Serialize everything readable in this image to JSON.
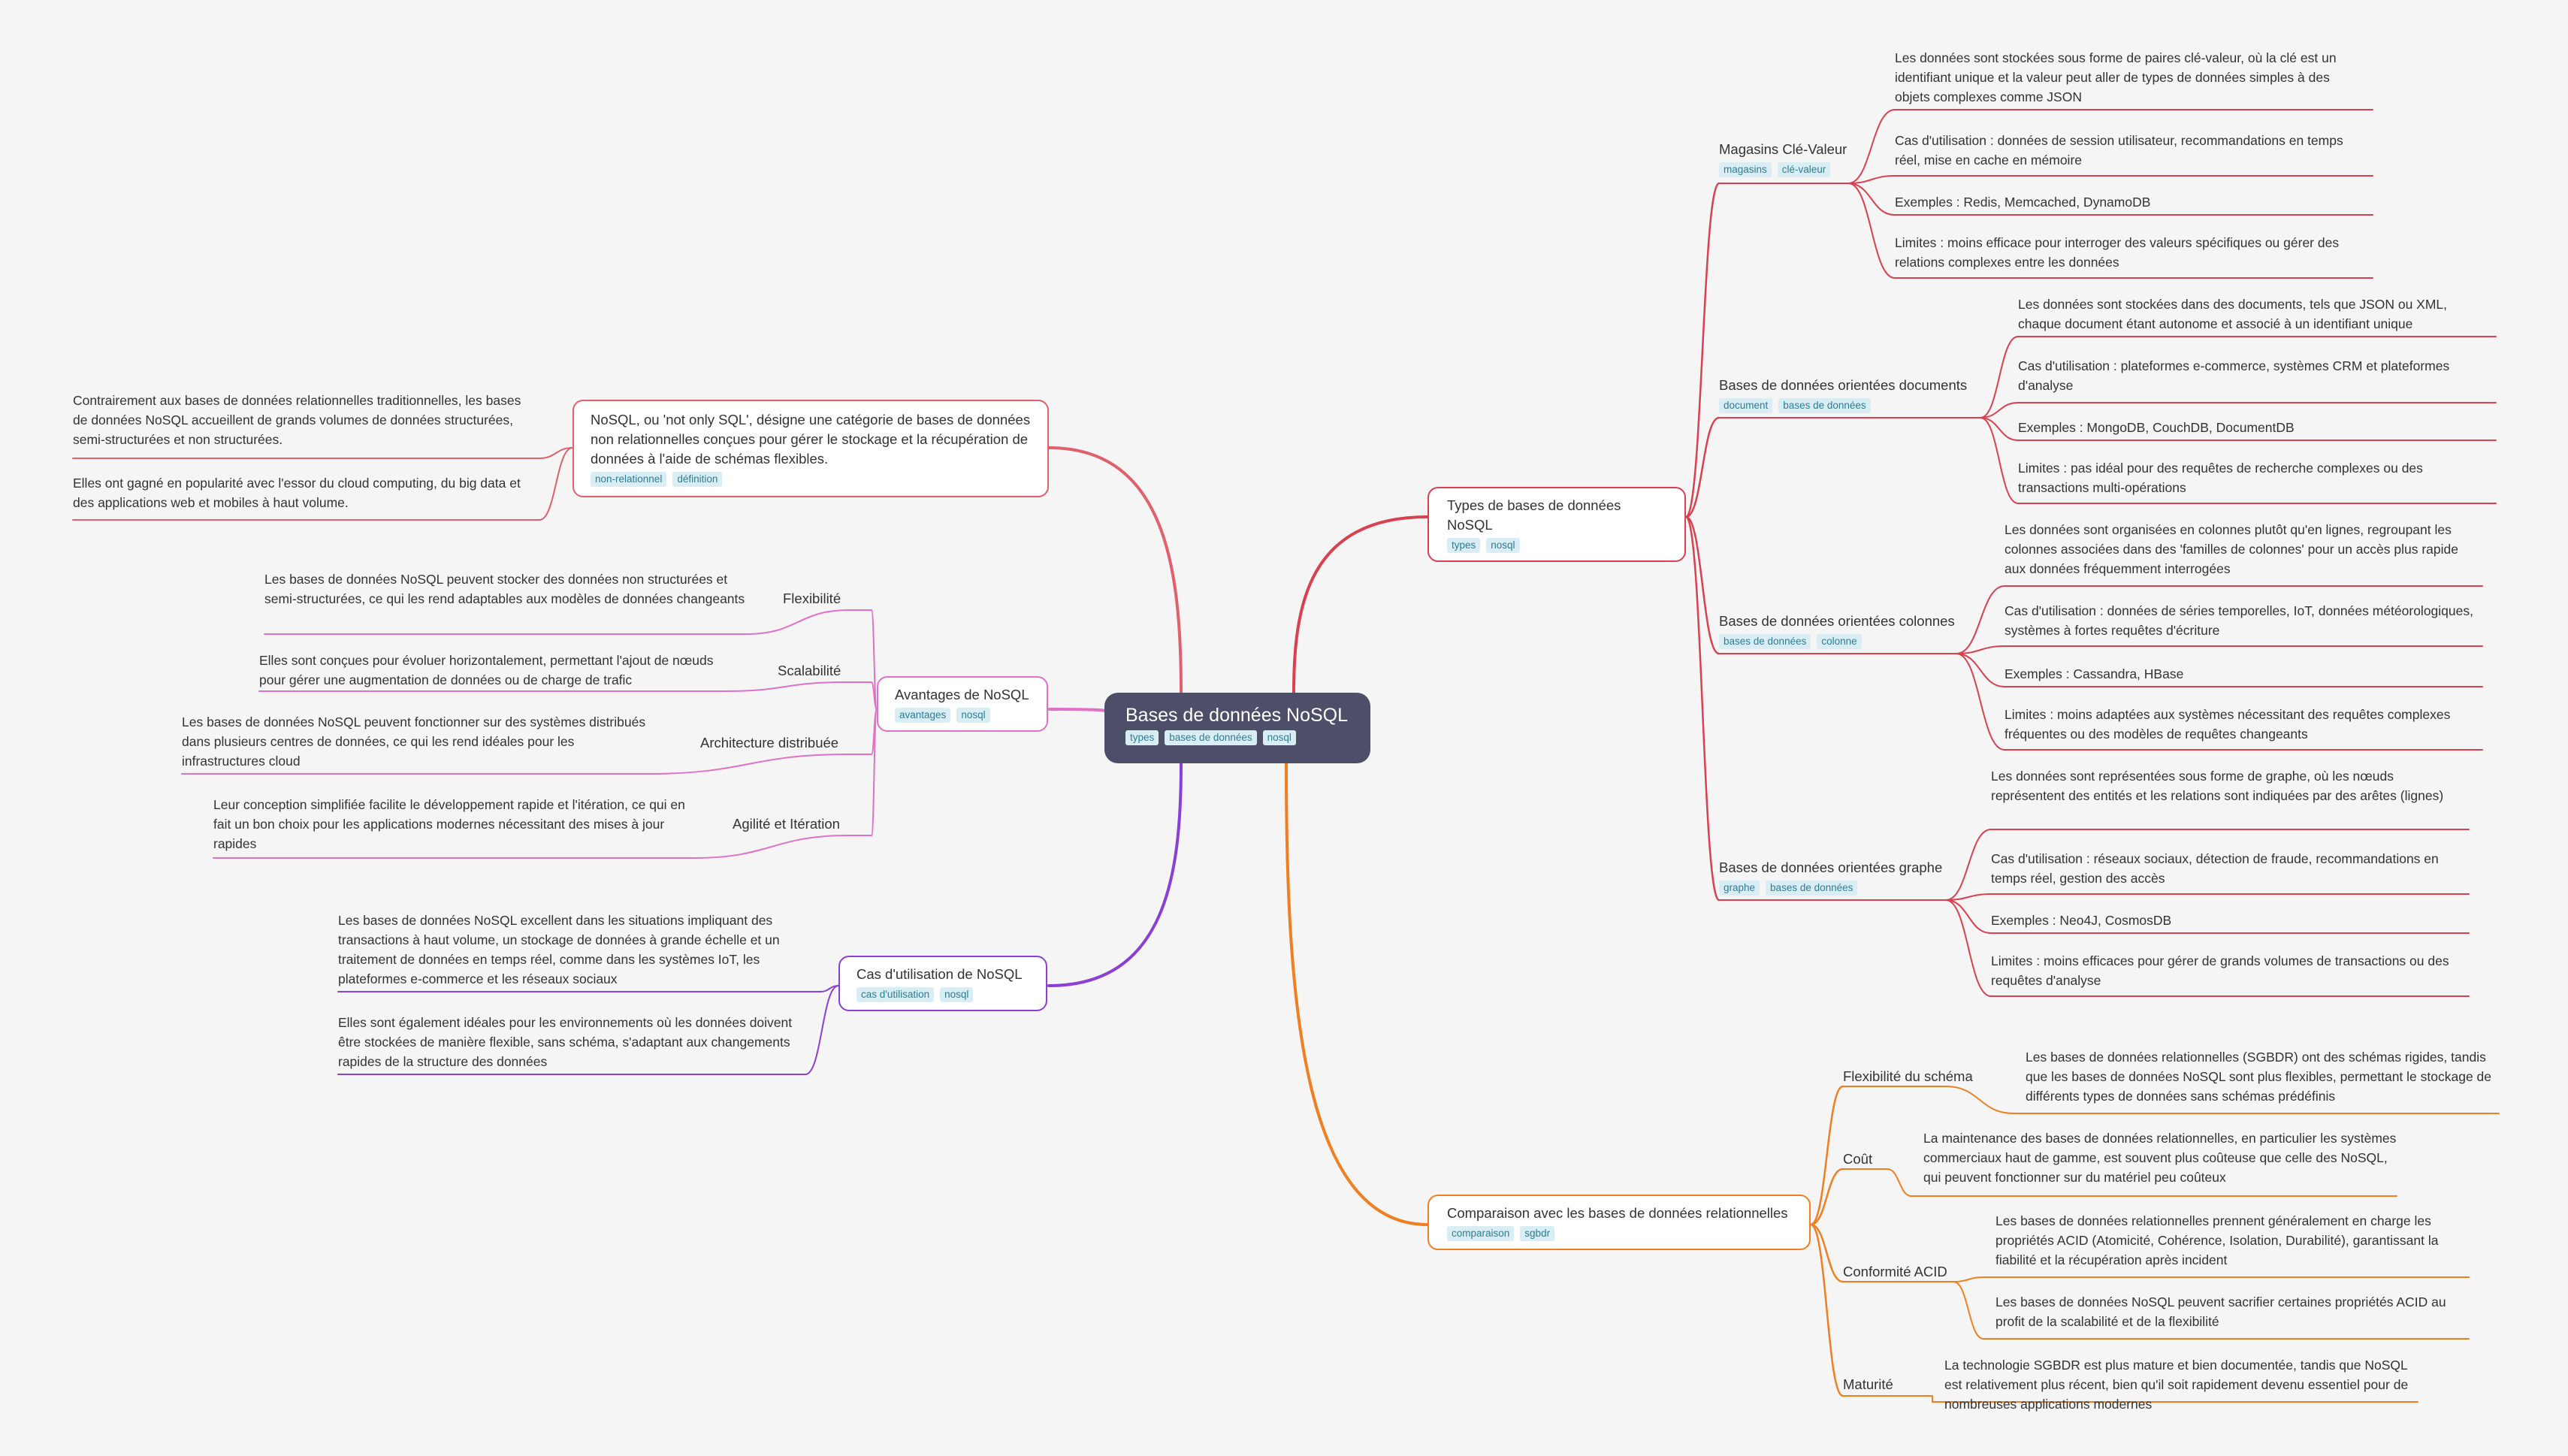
{
  "root": {
    "title": "Bases de données NoSQL",
    "tags": [
      "types",
      "bases de données",
      "nosql"
    ]
  },
  "colors": {
    "types": "#d94050",
    "intro": "#e0606c",
    "avantages": "#e070c8",
    "cas": "#8a3fd6",
    "comparaison": "#f07f22",
    "root": "#4d4f69",
    "tag_bg": "#d9eef4",
    "tag_fg": "#2b7d95"
  },
  "intro": {
    "text": "NoSQL, ou 'not only SQL', désigne une catégorie de bases de données non relationnelles conçues pour gérer le stockage et la récupération de données à l'aide de schémas flexibles.",
    "tags": [
      "non-relationnel",
      "définition"
    ],
    "leaves": [
      "Contrairement aux bases de données relationnelles traditionnelles, les bases de données NoSQL accueillent de grands volumes de données structurées, semi-structurées et non structurées.",
      "Elles ont gagné en popularité avec l'essor du cloud computing, du big data et des applications web et mobiles à haut volume."
    ]
  },
  "avantages": {
    "title": "Avantages de NoSQL",
    "tags": [
      "avantages",
      "nosql"
    ],
    "items": [
      {
        "label": "Flexibilité",
        "text": "Les bases de données NoSQL peuvent stocker des données non structurées et semi-structurées, ce qui les rend adaptables aux modèles de données changeants"
      },
      {
        "label": "Scalabilité",
        "text": "Elles sont conçues pour évoluer horizontalement, permettant l'ajout de nœuds pour gérer une augmentation de données ou de charge de trafic"
      },
      {
        "label": "Architecture distribuée",
        "text": "Les bases de données NoSQL peuvent fonctionner sur des systèmes distribués dans plusieurs centres de données, ce qui les rend idéales pour les infrastructures cloud"
      },
      {
        "label": "Agilité et Itération",
        "text": "Leur conception simplifiée facilite le développement rapide et l'itération, ce qui en fait un bon choix pour les applications modernes nécessitant des mises à jour rapides"
      }
    ]
  },
  "cas": {
    "title": "Cas d'utilisation de NoSQL",
    "tags": [
      "cas d'utilisation",
      "nosql"
    ],
    "leaves": [
      "Les bases de données NoSQL excellent dans les situations impliquant des transactions à haut volume, un stockage de données à grande échelle et un traitement de données en temps réel, comme dans les systèmes IoT, les plateformes e-commerce et les réseaux sociaux",
      "Elles sont également idéales pour les environnements où les données doivent être stockées de manière flexible, sans schéma, s'adaptant aux changements rapides de la structure des données"
    ]
  },
  "types": {
    "title": "Types de bases de données NoSQL",
    "tags": [
      "types",
      "nosql"
    ],
    "groups": [
      {
        "label": "Magasins Clé-Valeur",
        "tags": [
          "magasins",
          "clé-valeur"
        ],
        "leaves": [
          "Les données sont stockées sous forme de paires clé-valeur, où la clé est un identifiant unique et la valeur peut aller de types de données simples à des objets complexes comme JSON",
          "Cas d'utilisation : données de session utilisateur, recommandations en temps réel, mise en cache en mémoire",
          "Exemples : Redis, Memcached, DynamoDB",
          "Limites : moins efficace pour interroger des valeurs spécifiques ou gérer des relations complexes entre les données"
        ]
      },
      {
        "label": "Bases de données orientées documents",
        "tags": [
          "document",
          "bases de données"
        ],
        "leaves": [
          "Les données sont stockées dans des documents, tels que JSON ou XML, chaque document étant autonome et associé à un identifiant unique",
          "Cas d'utilisation : plateformes e-commerce, systèmes CRM et plateformes d'analyse",
          "Exemples : MongoDB, CouchDB, DocumentDB",
          "Limites : pas idéal pour des requêtes de recherche complexes ou des transactions multi-opérations"
        ]
      },
      {
        "label": "Bases de données orientées colonnes",
        "tags": [
          "bases de données",
          "colonne"
        ],
        "leaves": [
          "Les données sont organisées en colonnes plutôt qu'en lignes, regroupant les colonnes associées dans des 'familles de colonnes' pour un accès plus rapide aux données fréquemment interrogées",
          "Cas d'utilisation : données de séries temporelles, IoT, données météorologiques, systèmes à fortes requêtes d'écriture",
          "Exemples : Cassandra, HBase",
          "Limites : moins adaptées aux systèmes nécessitant des requêtes complexes fréquentes ou des modèles de requêtes changeants"
        ]
      },
      {
        "label": "Bases de données orientées graphe",
        "tags": [
          "graphe",
          "bases de données"
        ],
        "leaves": [
          "Les données sont représentées sous forme de graphe, où les nœuds représentent des entités et les relations sont indiquées par des arêtes (lignes)",
          "Cas d'utilisation : réseaux sociaux, détection de fraude, recommandations en temps réel, gestion des accès",
          "Exemples : Neo4J, CosmosDB",
          "Limites : moins efficaces pour gérer de grands volumes de transactions ou des requêtes d'analyse"
        ]
      }
    ]
  },
  "comparaison": {
    "title": "Comparaison avec les bases de données relationnelles",
    "tags": [
      "comparaison",
      "sgbdr"
    ],
    "groups": [
      {
        "label": "Flexibilité du schéma",
        "leaves": [
          "Les bases de données relationnelles (SGBDR) ont des schémas rigides, tandis que les bases de données NoSQL sont plus flexibles, permettant le stockage de différents types de données sans schémas prédéfinis"
        ]
      },
      {
        "label": "Coût",
        "leaves": [
          "La maintenance des bases de données relationnelles, en particulier les systèmes commerciaux haut de gamme, est souvent plus coûteuse que celle des NoSQL, qui peuvent fonctionner sur du matériel peu coûteux"
        ]
      },
      {
        "label": "Conformité ACID",
        "leaves": [
          "Les bases de données relationnelles prennent généralement en charge les propriétés ACID (Atomicité, Cohérence, Isolation, Durabilité), garantissant la fiabilité et la récupération après incident",
          "Les bases de données NoSQL peuvent sacrifier certaines propriétés ACID au profit de la scalabilité et de la flexibilité"
        ]
      },
      {
        "label": "Maturité",
        "leaves": [
          "La technologie SGBDR est plus mature et bien documentée, tandis que NoSQL est relativement plus récent, bien qu'il soit rapidement devenu essentiel pour de nombreuses applications modernes"
        ]
      }
    ]
  }
}
